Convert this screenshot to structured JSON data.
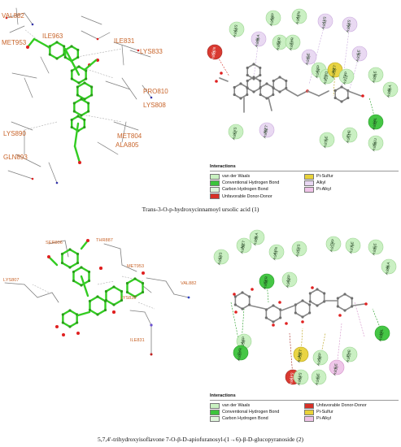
{
  "panel1": {
    "left_labels": [
      {
        "id": "VAL882",
        "text": "VAL882"
      },
      {
        "id": "ILE963",
        "text": "ILE963"
      },
      {
        "id": "ILE831",
        "text": "ILE831"
      },
      {
        "id": "MET953",
        "text": "MET953"
      },
      {
        "id": "LYS833",
        "text": "LYS833"
      },
      {
        "id": "PRO810",
        "text": "PRO810"
      },
      {
        "id": "LYS808",
        "text": "LYS808"
      },
      {
        "id": "LYS890",
        "text": "LYS890"
      },
      {
        "id": "MET804",
        "text": "MET804"
      },
      {
        "id": "ALA805",
        "text": "ALA805"
      },
      {
        "id": "GLN893",
        "text": "GLN893"
      }
    ],
    "residues": [
      {
        "text": "LYS\nA:890",
        "type": "vdw"
      },
      {
        "text": "ALA\nA:805",
        "type": "alkyl"
      },
      {
        "text": "ASP\nA:950",
        "type": "vdw"
      },
      {
        "text": "ASN\nA:951",
        "type": "vdw"
      },
      {
        "text": "SER\nA:806",
        "type": "vdw"
      },
      {
        "text": "THR\nA:887",
        "type": "vdw"
      },
      {
        "text": "LYS\nA:833",
        "type": "alkyl"
      },
      {
        "text": "LYS\nA:808",
        "type": "alkyl"
      },
      {
        "text": "ILE\nA:963",
        "type": "alkyl"
      },
      {
        "text": "ASP\nA:964",
        "type": "vdw"
      },
      {
        "text": "PRO\nA:810",
        "type": "vdw"
      },
      {
        "text": "MET\nA:953",
        "type": "pisulfur"
      },
      {
        "text": "TRP\nA:812",
        "type": "vdw"
      },
      {
        "text": "ILE\nA:831",
        "type": "alkyl"
      },
      {
        "text": "ILE\nA:881",
        "type": "vdw"
      },
      {
        "text": "ALA\nA:885",
        "type": "vdw"
      },
      {
        "text": "GLU\nA:880",
        "type": "vdw"
      },
      {
        "text": "LYS\nA:802",
        "type": "vdw"
      },
      {
        "text": "MET\nA:804",
        "type": "alkyl"
      },
      {
        "text": "ILE\nA:879",
        "type": "vdw"
      },
      {
        "text": "PHE\nA:961",
        "type": "vdw"
      },
      {
        "text": "VAL\nA:882",
        "type": "hbond"
      },
      {
        "text": "GLU\nA:880",
        "type": "vdw"
      },
      {
        "text": "GLN\nA:893",
        "type": "unfavorable"
      }
    ],
    "legend_title": "Interactions",
    "legend": [
      {
        "label": "van der Waals",
        "type": "vdw"
      },
      {
        "label": "Pi-Sulfur",
        "type": "pisulfur"
      },
      {
        "label": "Conventional Hydrogen Bond",
        "type": "hbond"
      },
      {
        "label": "Alkyl",
        "type": "alkyl"
      },
      {
        "label": "Carbon Hydrogen Bond",
        "type": "chbond"
      },
      {
        "label": "Pi-Alkyl",
        "type": "pialkyl"
      },
      {
        "label": "Unfavorable Donor-Donor",
        "type": "unfavorable"
      }
    ],
    "caption": "Trans-3-O-p-hydroxycinnamoyl ursolic acid (1)"
  },
  "panel2": {
    "left_labels": [
      {
        "id": "SER806",
        "text": "SER806"
      },
      {
        "id": "THR887",
        "text": "THR887"
      },
      {
        "id": "LYS807",
        "text": "LYS807"
      },
      {
        "id": "MET953",
        "text": "MET953"
      },
      {
        "id": "VAL882",
        "text": "VAL882"
      },
      {
        "id": "LYS833",
        "text": "LYS833"
      },
      {
        "id": "ILE831",
        "text": "ILE831"
      }
    ],
    "residues": [
      {
        "text": "ALA\nA:805",
        "type": "vdw"
      },
      {
        "text": "MET\nA:804",
        "type": "vdw"
      },
      {
        "text": "ASN\nA:951",
        "type": "vdw"
      },
      {
        "text": "LYS\nA:833",
        "type": "vdw"
      },
      {
        "text": "TRP\nA:812",
        "type": "vdw"
      },
      {
        "text": "ILE\nA:879",
        "type": "vdw"
      },
      {
        "text": "ILE\nA:881",
        "type": "vdw"
      },
      {
        "text": "LYS\nA:890",
        "type": "vdw"
      },
      {
        "text": "SER\nA:806",
        "type": "hbond"
      },
      {
        "text": "ASP\nA:964",
        "type": "vdw"
      },
      {
        "text": "ALA\nA:885",
        "type": "vdw"
      },
      {
        "text": "ASP\nA:950",
        "type": "vdw"
      },
      {
        "text": "THR\nA:887",
        "type": "hbond"
      },
      {
        "text": "MET\nA:953",
        "type": "pisulfur"
      },
      {
        "text": "ASP\nA:836",
        "type": "vdw"
      },
      {
        "text": "PHE\nA:961",
        "type": "vdw"
      },
      {
        "text": "VAL\nA:882",
        "type": "hbond"
      },
      {
        "text": "LYS\nA:807",
        "type": "unfavorable"
      },
      {
        "text": "LYS\nA:808",
        "type": "vdw"
      },
      {
        "text": "ILE\nA:963",
        "type": "vdw"
      },
      {
        "text": "ILE\nA:831",
        "type": "pialkyl"
      }
    ],
    "legend_title": "Interactions",
    "legend": [
      {
        "label": "van der Waals",
        "type": "vdw"
      },
      {
        "label": "Unfavorable Donor-Donor",
        "type": "unfavorable"
      },
      {
        "label": "Conventional Hydrogen Bond",
        "type": "hbond"
      },
      {
        "label": "Pi-Sulfur",
        "type": "pisulfur"
      },
      {
        "label": "Carbon Hydrogen Bond",
        "type": "chbond"
      },
      {
        "label": "Pi-Alkyl",
        "type": "pialkyl"
      }
    ],
    "caption": "5,7,4′-trihydroxyisoflavone 7-O-β-D-apiofuranosyl-(1→6)-β-D-glucopyranoside (2)"
  },
  "colors": {
    "vdw": "#c8f0c0",
    "hbond": "#3cc43c",
    "chbond": "#dff5dc",
    "unfavorable": "#d73027",
    "pisulfur": "#e8d23a",
    "alkyl": "#e8d7f2",
    "pialkyl": "#efc3e8",
    "label_orange": "#c8642a",
    "ligand_green": "#33cc22"
  }
}
